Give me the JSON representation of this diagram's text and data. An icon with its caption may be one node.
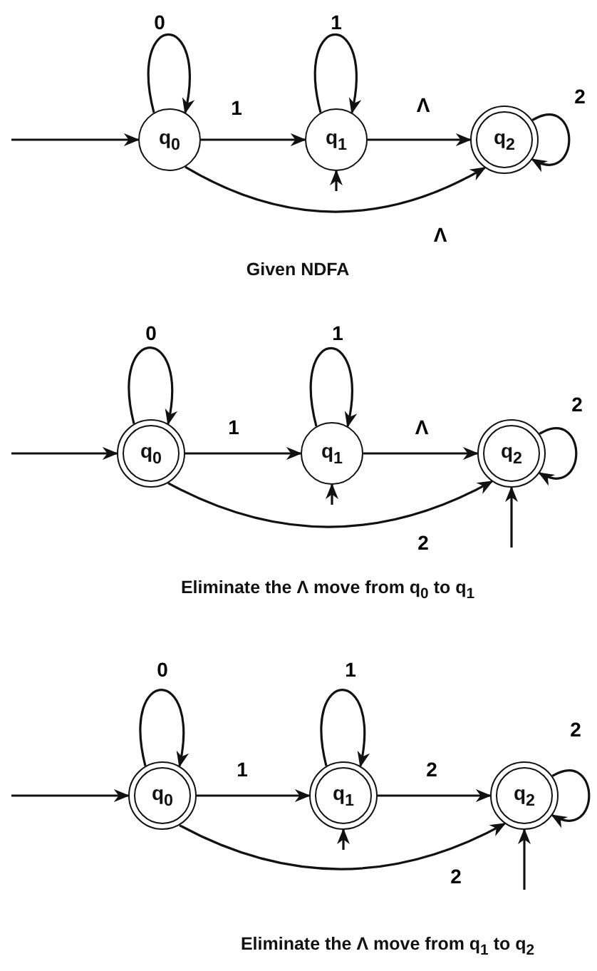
{
  "diagram": {
    "nodes": [
      {
        "text": [
          "q$_{0}$"
        ]
      },
      {
        "text": [
          "q$_{1}$"
        ]
      },
      {
        "text": [
          "q$_{2}$"
        ]
      },
      {
        "text": [
          "q$_{0}$"
        ]
      },
      {
        "text": [
          "q$_{1}$"
        ]
      },
      {
        "text": [
          "q$_{2}$"
        ]
      },
      {
        "text": [
          "q$_{0}$"
        ]
      },
      {
        "text": [
          "q$_{1}$"
        ]
      },
      {
        "text": [
          "q$_{2}$"
        ]
      }
    ],
    "edges": [
      {
        "from": null,
        "to": 0,
        "arrow": "to"
      },
      {
        "from": 0,
        "to": 0,
        "arrow": "to",
        "label": "0"
      },
      {
        "from": 0,
        "to": 1,
        "arrow": "to",
        "label": "1"
      },
      {
        "from": 1,
        "to": 1,
        "arrow": "to",
        "label": "1"
      },
      {
        "from": 1,
        "to": 2,
        "arrow": "to",
        "label": "Λ"
      },
      {
        "from": 2,
        "to": 2,
        "arrow": "to",
        "label": "2"
      },
      {
        "from": 0,
        "to": 2,
        "arrow": "to",
        "label": "Λ"
      },
      {
        "from": null,
        "to": 1,
        "arrow": "to"
      },
      {
        "from": null,
        "to": 3,
        "arrow": "to"
      },
      {
        "from": 3,
        "to": 3,
        "arrow": "to",
        "label": "0"
      },
      {
        "from": 3,
        "to": 4,
        "arrow": "to",
        "label": "1"
      },
      {
        "from": 4,
        "to": 4,
        "arrow": "to",
        "label": "1"
      },
      {
        "from": 4,
        "to": 5,
        "arrow": "to",
        "label": "Λ"
      },
      {
        "from": 5,
        "to": 5,
        "arrow": "to",
        "label": "2"
      },
      {
        "from": 3,
        "to": 5,
        "arrow": "to",
        "label": "2"
      },
      {
        "from": null,
        "to": 4,
        "arrow": "to"
      },
      {
        "from": null,
        "to": 5,
        "arrow": "to"
      },
      {
        "from": null,
        "to": 6,
        "arrow": "to"
      },
      {
        "from": 6,
        "to": 6,
        "arrow": "to",
        "label": "0"
      },
      {
        "from": 6,
        "to": 7,
        "arrow": "to",
        "label": "1"
      },
      {
        "from": 7,
        "to": 7,
        "arrow": "to",
        "label": "1"
      },
      {
        "from": 7,
        "to": 8,
        "arrow": "to",
        "label": "2"
      },
      {
        "from": 8,
        "to": 8,
        "arrow": "to",
        "label": "2"
      },
      {
        "from": 6,
        "to": 8,
        "arrow": "to",
        "label": "2"
      },
      {
        "from": null,
        "to": 7,
        "arrow": "to"
      },
      {
        "from": null,
        "to": 8,
        "arrow": "to"
      }
    ],
    "labels": [
      "Given NDFA",
      "Eliminate the Λ move from q$_{0}$ to q$_{1}$",
      "Eliminate the Λ move from q$_{1}$ to q$_{2}$"
    ]
  }
}
